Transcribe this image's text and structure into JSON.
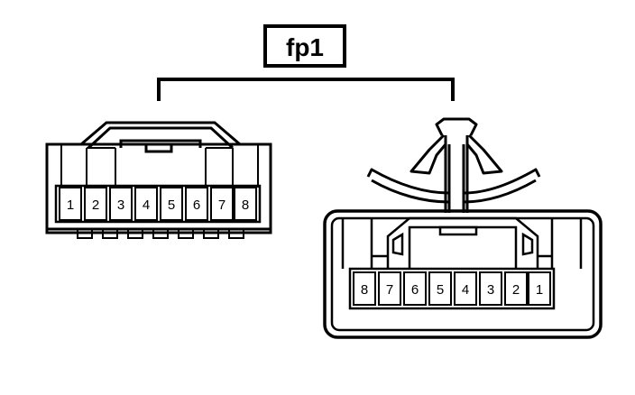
{
  "connector_label": "fp1",
  "left_connector": {
    "pins": [
      "1",
      "2",
      "3",
      "4",
      "5",
      "6",
      "7",
      "8"
    ]
  },
  "right_connector": {
    "pins": [
      "8",
      "7",
      "6",
      "5",
      "4",
      "3",
      "2",
      "1"
    ]
  }
}
